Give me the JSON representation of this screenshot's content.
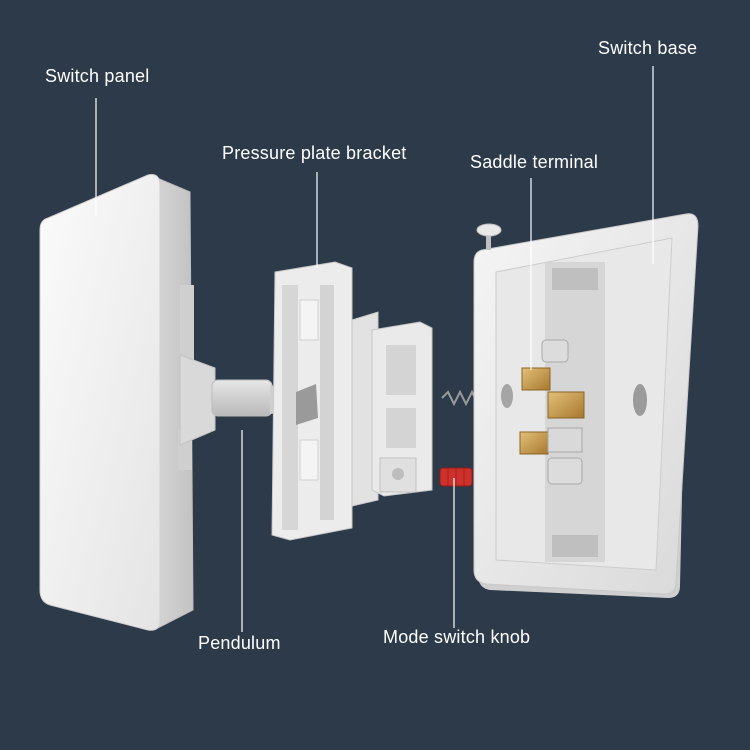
{
  "labels": {
    "switch_panel": "Switch panel",
    "pressure_plate_bracket": "Pressure plate bracket",
    "switch_base": "Switch base",
    "saddle_terminal": "Saddle terminal",
    "pendulum": "Pendulum",
    "mode_switch_knob": "Mode switch knob"
  },
  "colors": {
    "background": "#2d3a4a",
    "leader_line": "#ffffff",
    "part_white": "#eeeeee",
    "brass": "#c49a4a",
    "knob_red": "#d0302b"
  }
}
